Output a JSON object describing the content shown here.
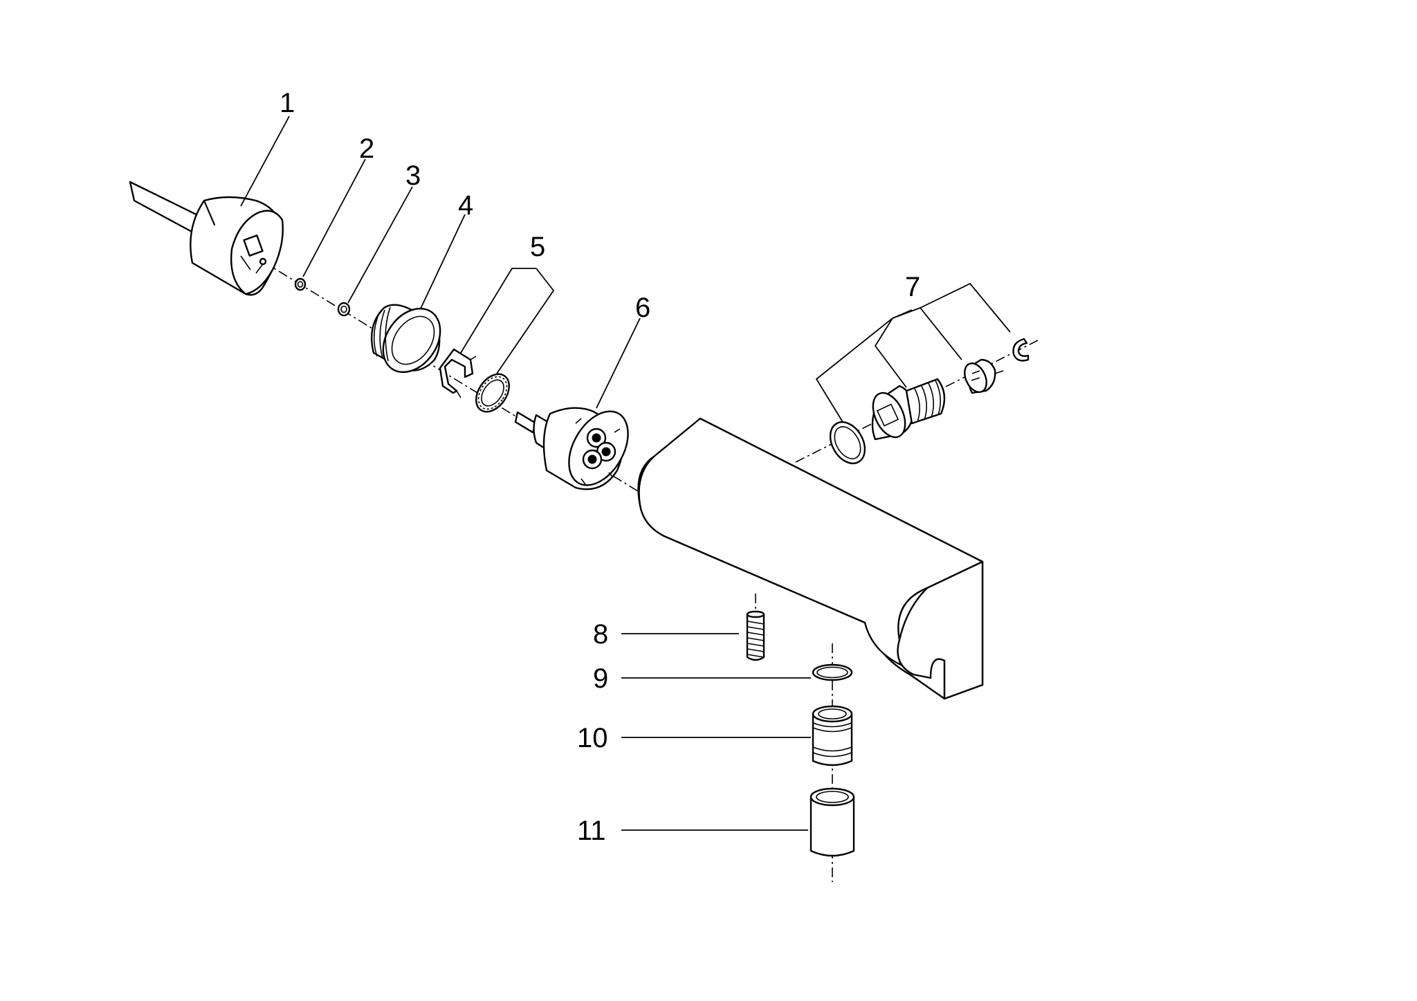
{
  "callouts": {
    "c1": "1",
    "c2": "2",
    "c3": "3",
    "c4": "4",
    "c5": "5",
    "c6": "6",
    "c7": "7",
    "c8": "8",
    "c9": "9",
    "c10": "10",
    "c11": "11"
  },
  "colors": {
    "background": "#ffffff",
    "ink": "#000000"
  }
}
